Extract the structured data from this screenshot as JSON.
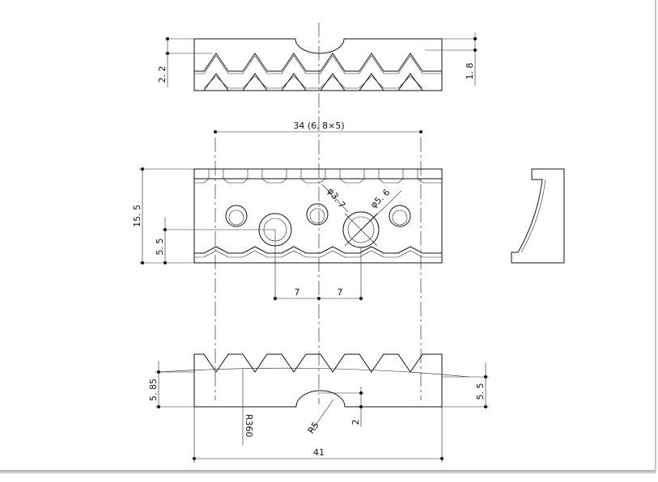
{
  "drawing": {
    "top_view": {
      "dim_left": "2. 2",
      "dim_right": "1. 8"
    },
    "plan_view": {
      "dim_top": "34 (6. 8×5)",
      "dim_height": "15. 5",
      "dim_hole_offset": "5. 5",
      "dim_small_hole": "φ3. 7",
      "dim_large_hole": "φ5. 6",
      "dim_spacing_left": "7",
      "dim_spacing_right": "7"
    },
    "front_view": {
      "dim_left": "5. 85",
      "dim_right": "5. 5",
      "dim_radius_large": "R360",
      "dim_radius_small": "R5",
      "dim_depth": "2",
      "dim_width": "41"
    }
  }
}
